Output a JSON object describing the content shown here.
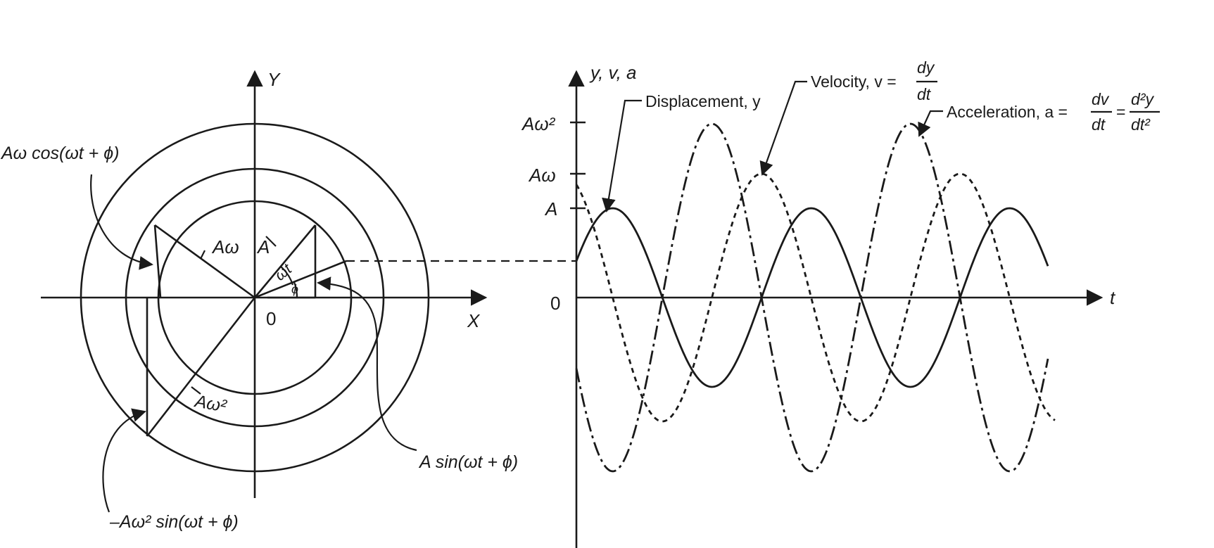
{
  "left": {
    "axes": {
      "y_label": "Y",
      "x_label": "X",
      "origin_label": "0"
    },
    "labels": {
      "a_omega": "Aω",
      "a": "A",
      "omega_t": "ωt",
      "phi": "ϕ",
      "a_omega_sq": "Aω²",
      "cos_term": "Aω cos(ωt + ϕ)",
      "sin_term": "A sin(ωt + ϕ)",
      "neg_sin_term": "–Aω² sin(ωt + ϕ)"
    }
  },
  "right": {
    "axes": {
      "y_label": "y, v, a",
      "t_label": "t",
      "origin_label": "0"
    },
    "ticks": {
      "a_omega_sq": "Aω²",
      "a_omega": "Aω",
      "a": "A"
    },
    "legend": {
      "displacement": "Displacement, y",
      "velocity_prefix": "Velocity, v =",
      "velocity_num": "dy",
      "velocity_den": "dt",
      "accel_prefix": "Acceleration, a =",
      "accel_num1": "dv",
      "accel_den1": "dt",
      "accel_eq": "=",
      "accel_num2": "d²y",
      "accel_den2": "dt²"
    }
  }
}
